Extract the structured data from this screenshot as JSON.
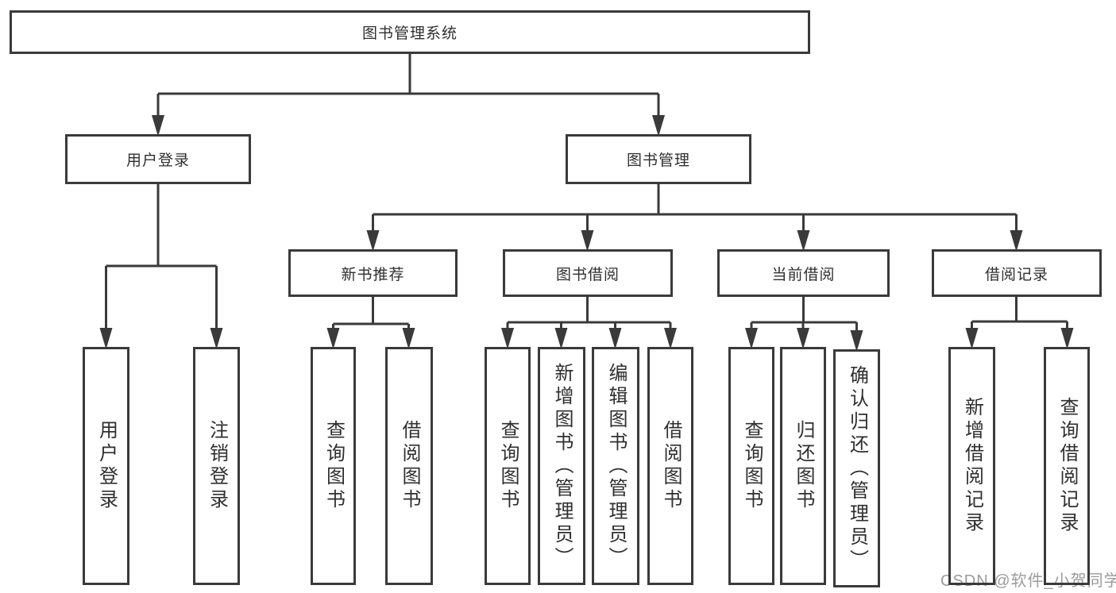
{
  "diagram": {
    "root": {
      "label": "图书管理系统"
    },
    "user_branch": {
      "label": "用户登录",
      "children": [
        "用户登录",
        "注销登录"
      ]
    },
    "book_branch": {
      "label": "图书管理",
      "groups": [
        {
          "label": "新书推荐",
          "children": [
            "查询图书",
            "借阅图书"
          ]
        },
        {
          "label": "图书借阅",
          "children": [
            "查询图书",
            "新增图书（管理员）",
            "编辑图书（管理员）",
            "借阅图书"
          ]
        },
        {
          "label": "当前借阅",
          "children": [
            "查询图书",
            "归还图书",
            "确认归还（管理员）"
          ]
        },
        {
          "label": "借阅记录",
          "children": [
            "新增借阅记录",
            "查询借阅记录"
          ]
        }
      ]
    }
  },
  "colors": {
    "line": "#3a3a3a",
    "text": "#2f2f2f",
    "box_bg": "#ffffff",
    "watermark": "#9b9b9b"
  },
  "watermark": "CSDN @软件_小贺同学"
}
